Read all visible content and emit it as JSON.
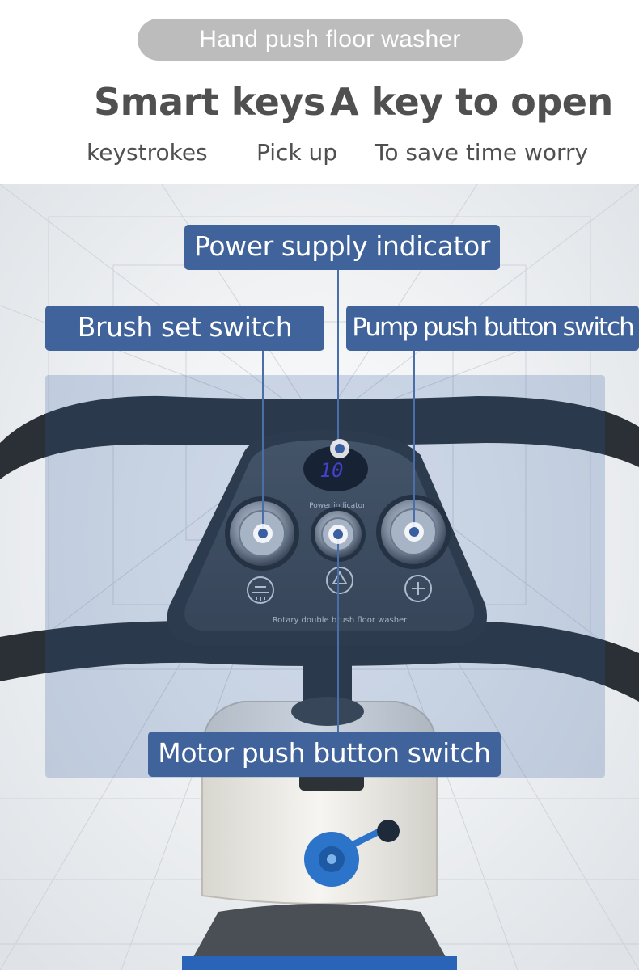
{
  "header": {
    "badge": "Hand push floor washer",
    "headline_left": "Smart keys",
    "headline_right": "A key to open",
    "features": [
      "keystrokes",
      "Pick up",
      "To save time worry"
    ]
  },
  "panel": {
    "display_reading": "10",
    "indicator_caption": "Power indicator",
    "model_caption": "Rotary double brush floor washer"
  },
  "callouts": {
    "power": "Power supply indicator",
    "brush": "Brush set switch",
    "pump": "Pump push button switch",
    "motor": "Motor push button switch"
  },
  "colors": {
    "callout_bg": "#41639c",
    "overlay": "#2f5c9e",
    "badge_bg": "#bcbcbc",
    "heading_text": "#505050",
    "handle": "#2a3035",
    "display_digits": "#4a3ad8"
  }
}
